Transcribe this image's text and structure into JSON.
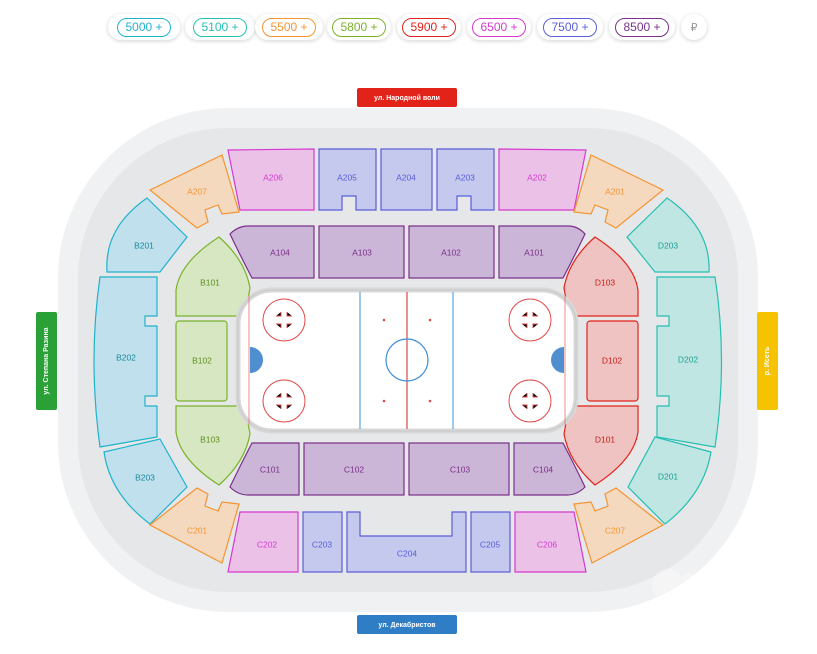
{
  "price_filters": [
    {
      "label": "5000 +",
      "color": "#20b3cc"
    },
    {
      "label": "5100 +",
      "color": "#25c0b2"
    },
    {
      "label": "5500 +",
      "color": "#f49432"
    },
    {
      "label": "5800 +",
      "color": "#7ab32b"
    },
    {
      "label": "5900 +",
      "color": "#e2231a"
    },
    {
      "label": "6500 +",
      "color": "#d63ad0"
    },
    {
      "label": "7500 +",
      "color": "#5a5ed9"
    },
    {
      "label": "8500 +",
      "color": "#7a2f8a"
    }
  ],
  "currency_symbol": "₽",
  "streets": {
    "top": "ул. Народной воли",
    "bottom": "ул. Декабристов",
    "left": "ул. Степана Разина",
    "right": "р. Исеть"
  },
  "sections": {
    "A206": "A206",
    "A205": "A205",
    "A204": "A204",
    "A203": "A203",
    "A202": "A202",
    "A207": "A207",
    "A201": "A201",
    "A104": "A104",
    "A103": "A103",
    "A102": "A102",
    "A101": "A101",
    "B201": "B201",
    "B202": "B202",
    "B203": "B203",
    "B101": "B101",
    "B102": "B102",
    "B103": "B103",
    "C101": "C101",
    "C102": "C102",
    "C103": "C103",
    "C104": "C104",
    "C201": "C201",
    "C202": "C202",
    "C203": "C203",
    "C204": "C204",
    "C205": "C205",
    "C206": "C206",
    "C207": "C207",
    "D101": "D101",
    "D102": "D102",
    "D103": "D103",
    "D201": "D201",
    "D202": "D202",
    "D203": "D203"
  },
  "colors": {
    "purple_fill": "#ccb6d8",
    "purple_stroke": "#7a2f8a",
    "pink_fill": "#ebc1e8",
    "pink_stroke": "#d63ad0",
    "blue_fill": "#c5c9ee",
    "blue_stroke": "#5a5ed9",
    "orange_fill": "#f4d9bf",
    "orange_stroke": "#f49432",
    "cyan_fill": "#bfe0ec",
    "cyan_stroke": "#20b3cc",
    "teal_fill": "#bfe6e3",
    "teal_stroke": "#25c0b2",
    "green_fill": "#d7e7c2",
    "green_stroke": "#7ab32b",
    "red_fill": "#efc3c2",
    "red_stroke": "#e2231a"
  }
}
